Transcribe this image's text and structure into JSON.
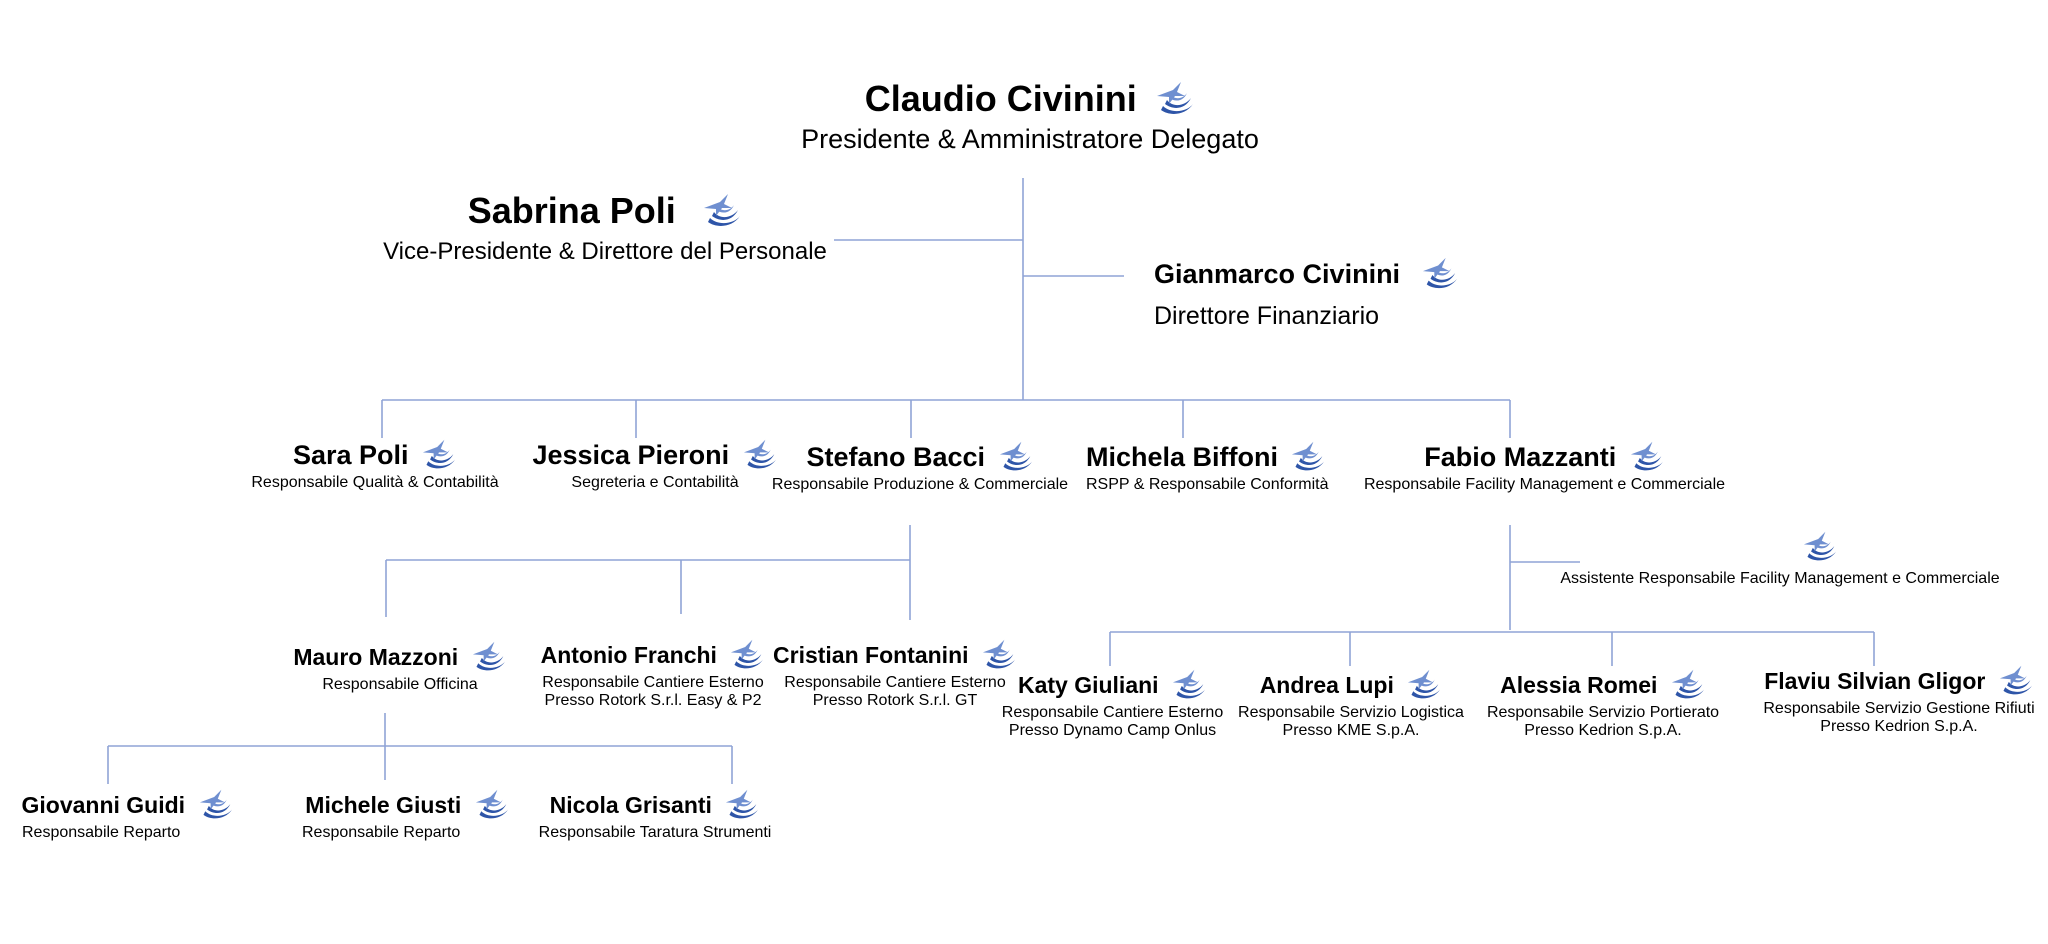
{
  "colors": {
    "line": "#8fa3d6",
    "logo_dark": "#2e55a8",
    "logo_light": "#6f8fd0"
  },
  "icon": "company-logo-icon",
  "ceo": {
    "name": "Claudio Civinini",
    "role": "Presidente & Amministratore Delegato"
  },
  "vp": {
    "name": "Sabrina Poli",
    "role": "Vice-Presidente & Direttore del Personale"
  },
  "cfo": {
    "name": "Gianmarco Civinini",
    "role": "Direttore Finanziario"
  },
  "managers": [
    {
      "name": "Sara Poli",
      "role": "Responsabile Qualità & Contabilità"
    },
    {
      "name": "Jessica Pieroni",
      "role": "Segreteria e Contabilità"
    },
    {
      "name": "Stefano Bacci",
      "role": "Responsabile Produzione & Commerciale"
    },
    {
      "name": "Michela Biffoni",
      "role": "RSPP & Responsabile Conformità"
    },
    {
      "name": "Fabio Mazzanti",
      "role": "Responsabile Facility Management e Commerciale"
    }
  ],
  "assistant": {
    "role": "Assistente Responsabile Facility Management e Commerciale"
  },
  "production_team": [
    {
      "name": "Mauro Mazzoni",
      "role": "Responsabile Officina"
    },
    {
      "name": "Antonio Franchi",
      "role": "Responsabile Cantiere Esterno",
      "role2": "Presso Rotork S.r.l. Easy & P2"
    },
    {
      "name": "Cristian Fontanini",
      "role": "Responsabile Cantiere Esterno",
      "role2": "Presso Rotork S.r.l. GT"
    }
  ],
  "workshop_team": [
    {
      "name": "Giovanni Guidi",
      "role": "Responsabile Reparto"
    },
    {
      "name": "Michele Giusti",
      "role": "Responsabile Reparto"
    },
    {
      "name": "Nicola Grisanti",
      "role": "Responsabile Taratura Strumenti"
    }
  ],
  "facility_team": [
    {
      "name": "Katy Giuliani",
      "role": "Responsabile Cantiere Esterno",
      "role2": "Presso Dynamo Camp Onlus"
    },
    {
      "name": "Andrea Lupi",
      "role": "Responsabile Servizio Logistica",
      "role2": "Presso KME S.p.A."
    },
    {
      "name": "Alessia Romei",
      "role": "Responsabile Servizio Portierato",
      "role2": "Presso Kedrion S.p.A."
    },
    {
      "name": "Flaviu Silvian Gligor",
      "role": "Responsabile Servizio Gestione Rifiuti",
      "role2": "Presso Kedrion S.p.A."
    }
  ]
}
